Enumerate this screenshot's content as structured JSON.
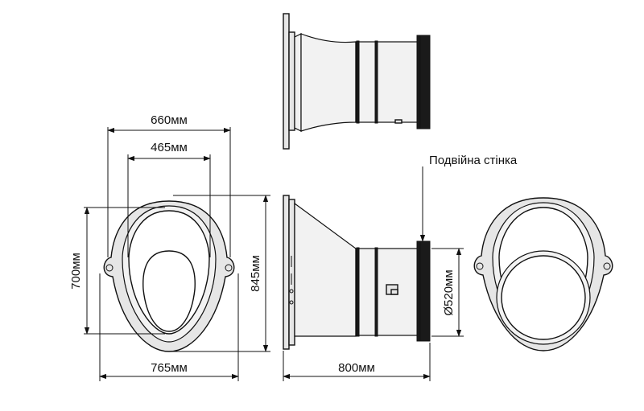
{
  "dimensions": {
    "outer_width": "660мм",
    "inner_width": "465мм",
    "inner_height": "700мм",
    "outer_height": "845мм",
    "base_width": "765мм",
    "length": "800мм",
    "diameter": "Ø520мм"
  },
  "annotations": {
    "double_wall": "Подвійна стінка"
  }
}
